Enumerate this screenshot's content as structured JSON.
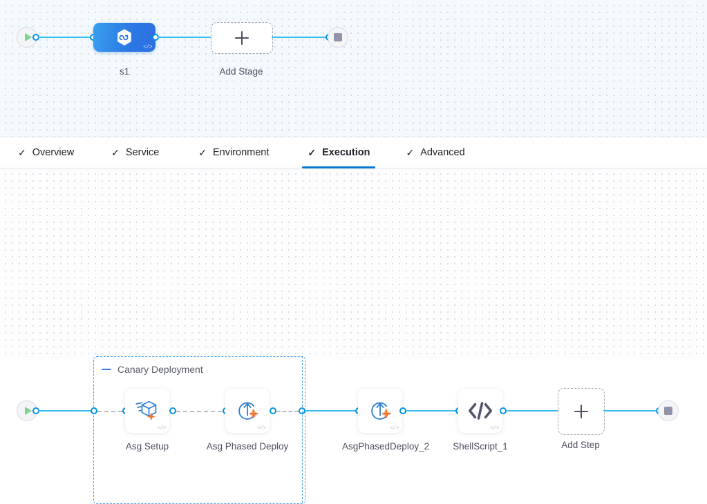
{
  "stage_canvas": {
    "name": "pipeline-stage-canvas",
    "start_node": {
      "icon": "play-icon",
      "label": ""
    },
    "end_node": {
      "icon": "stop-icon",
      "label": ""
    },
    "stage": {
      "label": "s1",
      "icon": "harness-cd-hexagon-icon",
      "code_badge": "</>"
    },
    "add_stage": {
      "label": "Add Stage",
      "icon": "plus-icon"
    }
  },
  "tabs": [
    {
      "label": "Overview",
      "check": "✓",
      "active": false
    },
    {
      "label": "Service",
      "check": "✓",
      "active": false
    },
    {
      "label": "Environment",
      "check": "✓",
      "active": false
    },
    {
      "label": "Execution",
      "check": "✓",
      "active": true
    },
    {
      "label": "Advanced",
      "check": "✓",
      "active": false
    }
  ],
  "execution_canvas": {
    "name": "execution-step-canvas",
    "start_node": {
      "icon": "play-icon"
    },
    "end_node": {
      "icon": "stop-icon"
    },
    "group": {
      "title": "Canary Deployment",
      "collapse_icon": "minus-icon",
      "border_color": "#4da2e8"
    },
    "steps": [
      {
        "label": "Asg Setup",
        "icon": "asg-setup-icon",
        "code_badge": "</>",
        "in_group": true
      },
      {
        "label": "Asg Phased Deploy",
        "icon": "asg-phased-deploy-icon",
        "code_badge": "</>",
        "in_group": true
      },
      {
        "label": "AsgPhasedDeploy_2",
        "icon": "asg-phased-deploy-icon",
        "code_badge": "</>",
        "in_group": false
      },
      {
        "label": "ShellScript_1",
        "icon": "shell-script-code-icon",
        "code_badge": "</>",
        "in_group": false
      }
    ],
    "add_step": {
      "label": "Add Step",
      "icon": "plus-icon"
    }
  },
  "colors": {
    "accent_blue": "#0278d5",
    "link_blue": "#33bbf0",
    "dot_blue": "#0093e0",
    "group_dash": "#4da2e8",
    "icon_orange": "#f3752a",
    "icon_blue": "#2f7fd0",
    "canvas_top_bg": "#f3f9fc",
    "canvas_bottom_bg": "#fdfdfe"
  }
}
